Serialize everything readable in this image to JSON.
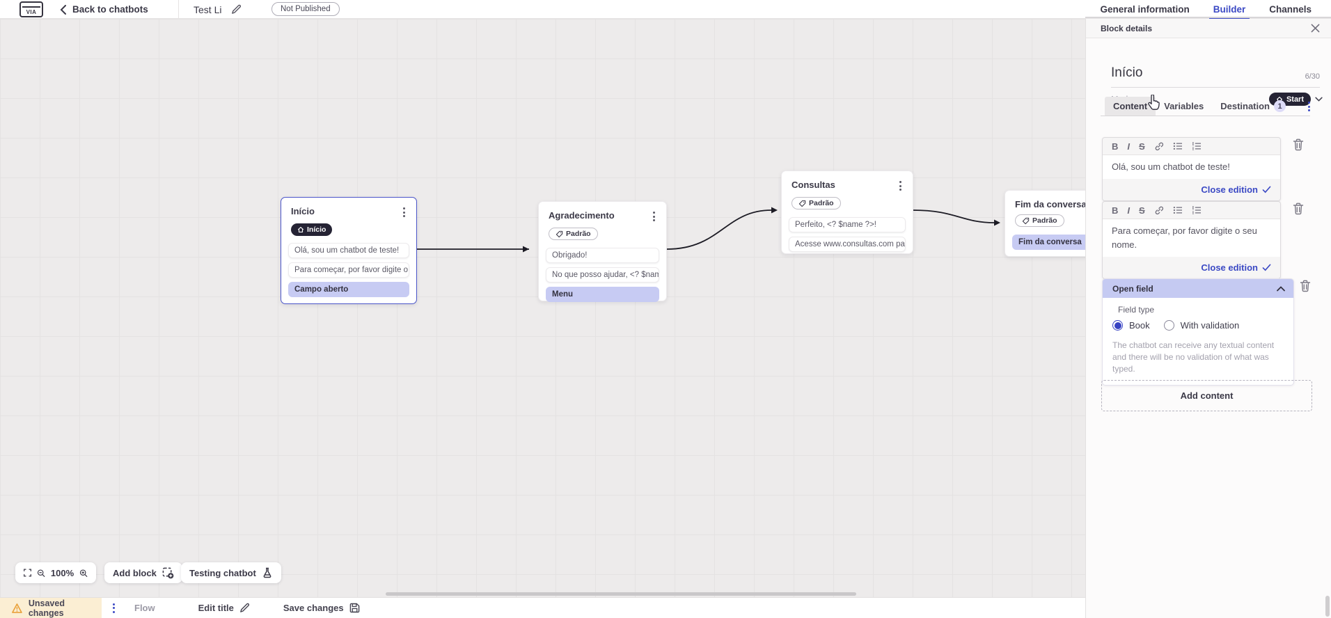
{
  "colors": {
    "accent": "#3b49c4",
    "periwinkle": "#c7cbf3",
    "dark_pill": "#252334",
    "warning": "#e9a13b"
  },
  "top_bar": {
    "back_label": "Back to chatbots",
    "title": "Test Li",
    "status_badge": "Not Published",
    "tabs": [
      {
        "label": "General information"
      },
      {
        "label": "Builder"
      },
      {
        "label": "Channels"
      }
    ]
  },
  "canvas": {
    "blocks": [
      {
        "title": "Início",
        "marker": "Início",
        "items": [
          {
            "text": "Olá, sou um chatbot de teste!"
          },
          {
            "text": "Para começar, por favor digite o ..."
          },
          {
            "text": "Campo aberto"
          }
        ]
      },
      {
        "title": "Agradecimento",
        "marker": "Padrão",
        "items": [
          {
            "text": "Obrigado!"
          },
          {
            "text": "No que posso ajudar, <? $name ..."
          },
          {
            "text": "Menu"
          }
        ]
      },
      {
        "title": "Consultas",
        "marker": "Padrão",
        "items": [
          {
            "text": "Perfeito, <? $name ?>!"
          },
          {
            "text": "Acesse www.consultas.com par..."
          }
        ]
      },
      {
        "title": "Fim da conversa",
        "marker": "Padrão",
        "items": [
          {
            "text": "Fim da conversa"
          }
        ]
      }
    ],
    "toolbar": {
      "zoom_level": "100%",
      "add_block_label": "Add block",
      "testing_label": "Testing chatbot"
    }
  },
  "panel": {
    "header_title": "Block details",
    "block_name": "Início",
    "name_counter": "6/30",
    "marker_label": "Marker",
    "marker_value": "Start",
    "tabs": [
      {
        "label": "Content"
      },
      {
        "label": "Variables"
      },
      {
        "label": "Destination",
        "badge": "1"
      }
    ],
    "editor_toolbar": {
      "bold": "B",
      "italic": "I",
      "strike": "S"
    },
    "editors": [
      {
        "text": "Olá, sou um chatbot de teste!",
        "close_label": "Close edition"
      },
      {
        "text": "Para começar, por favor digite o seu nome.",
        "close_label": "Close edition"
      }
    ],
    "open_field": {
      "title": "Open field",
      "field_type_label": "Field type",
      "options": [
        {
          "label": "Book"
        },
        {
          "label": "With validation"
        }
      ],
      "helper_text": "The chatbot can receive any textual content and there will be no validation of what was typed."
    },
    "add_content_label": "Add content"
  },
  "status_bar": {
    "unsaved_label": "Unsaved changes",
    "flow_label": "Flow",
    "edit_title_label": "Edit title",
    "save_label": "Save changes"
  }
}
